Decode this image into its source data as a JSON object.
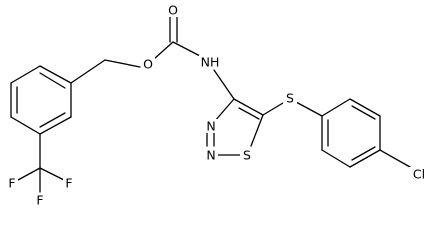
{
  "molecule": {
    "atoms": [
      {
        "id": "O_carbonyl",
        "symbol": "O"
      },
      {
        "id": "O_ester",
        "symbol": "O"
      },
      {
        "id": "N_H",
        "symbol": "NH"
      },
      {
        "id": "S_thioether",
        "symbol": "S"
      },
      {
        "id": "S_ring",
        "symbol": "S"
      },
      {
        "id": "N3",
        "symbol": "N"
      },
      {
        "id": "N2",
        "symbol": "N"
      },
      {
        "id": "Cl",
        "symbol": "Cl"
      },
      {
        "id": "F1",
        "symbol": "F"
      },
      {
        "id": "F2",
        "symbol": "F"
      },
      {
        "id": "F3",
        "symbol": "F"
      }
    ]
  }
}
